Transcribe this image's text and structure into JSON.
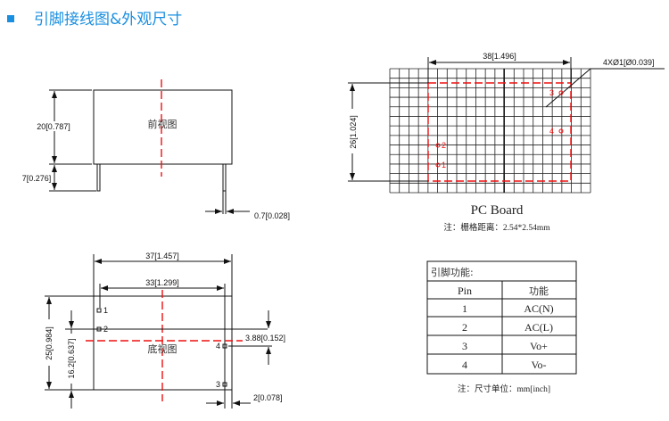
{
  "header": {
    "title": "引脚接线图&外观尺寸",
    "accent": "#1a8fe0"
  },
  "front_view": {
    "label": "前视图",
    "dim_height": "20[0.787]",
    "dim_pin_length": "7[0.276]",
    "dim_pin_width": "0.7[0.028]"
  },
  "pc_board": {
    "dim_width": "38[1.496]",
    "dim_height": "26[1.024]",
    "hole_note": "4XØ1[Ø0.039]",
    "pins": [
      "1",
      "2",
      "3",
      "4"
    ],
    "title": "PC Board",
    "grid_note": "注：栅格距离：2.54*2.54mm"
  },
  "bottom_view": {
    "label": "底视图",
    "dim_width": "37[1.457]",
    "dim_pin_span": "33[1.299]",
    "dim_height": "25[0.984]",
    "dim_pin2": "16.2[0.637]",
    "dim_pin4": "3.88[0.152]",
    "dim_edge": "2[0.078]",
    "pins": [
      "1",
      "2",
      "3",
      "4"
    ]
  },
  "pin_table": {
    "title": "引脚功能:",
    "headers": [
      "Pin",
      "功能"
    ],
    "rows": [
      [
        "1",
        "AC(N)"
      ],
      [
        "2",
        "AC(L)"
      ],
      [
        "3",
        "Vo+"
      ],
      [
        "4",
        "Vo-"
      ]
    ],
    "note": "注：尺寸单位：mm[inch]"
  }
}
